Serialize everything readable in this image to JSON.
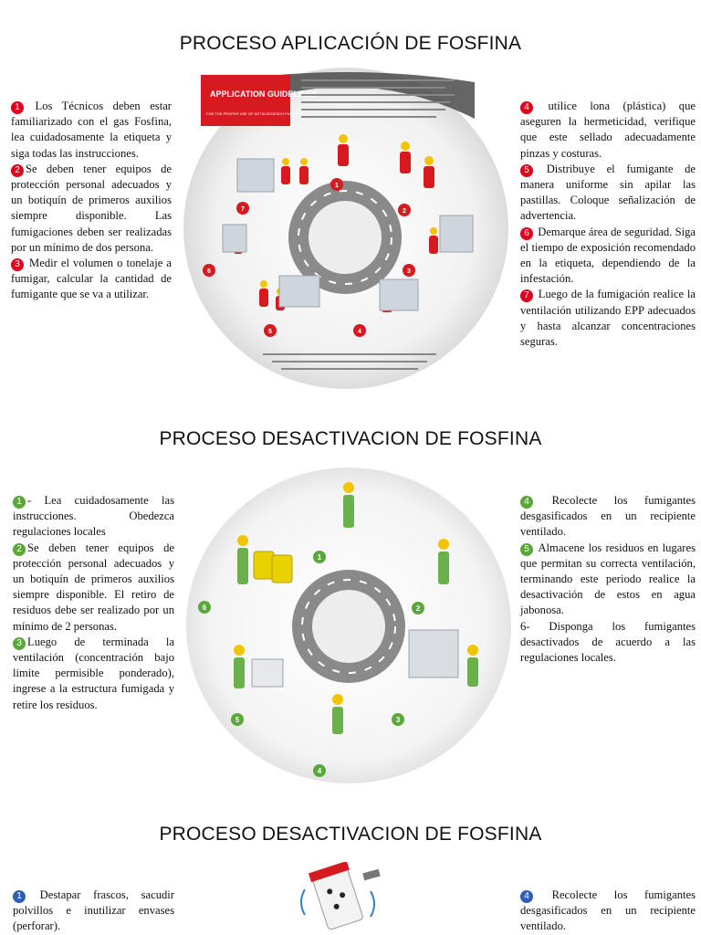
{
  "section1": {
    "title": "PROCESO APLICACIÓN DE FOSFINA",
    "badge_color": "#e0001b",
    "left": [
      {
        "n": "1",
        "text": " Los Técnicos deben estar familiarizado con el gas Fosfina, lea cuidadosamente la etiqueta y siga todas las instrucciones."
      },
      {
        "n": "2",
        "text": "Se deben tener equipos de protección personal adecuados y un botiquín de primeros auxilios siempre disponible. Las fumigaciones deben ser realizadas por un mínimo de dos persona."
      },
      {
        "n": "3",
        "text": " Medir el volumen o tonelaje a fumigar, calcular la cantidad de fumigante que se va a utilizar."
      }
    ],
    "right": [
      {
        "n": "4",
        "text": " utilice lona (plástica) que aseguren la hermeticidad, verifique que este sellado adecuadamente pinzas y costuras."
      },
      {
        "n": "5",
        "text": " Distribuye el fumigante de manera uniforme sin apilar las pastillas. Coloque señalización de advertencia."
      },
      {
        "n": "6",
        "text": " Demarque área de seguridad. Siga el tiempo de exposición recomendado en la etiqueta, dependiendo de la infestación."
      },
      {
        "n": "7",
        "text": " Luego de la fumigación realice la ventilación utilizando EPP adecuados y hasta alcanzar concentraciones seguras."
      }
    ],
    "poster_header": "APPLICATION GUIDELINES",
    "poster_sub": "FOR THE PROPER USE OF DETIA DEGESCH FUMIGANTS"
  },
  "section2": {
    "title": "PROCESO DESACTIVACION DE FOSFINA",
    "badge_color": "#5aa83a",
    "left": [
      {
        "n": "1",
        "text": "- Lea cuidadosamente las instrucciones. Obedezca regulaciones locales"
      },
      {
        "n": "2",
        "text": "Se deben tener equipos de protección personal adecuados y un botiquín de primeros auxilios siempre disponible. El retiro de residuos debe ser realizado por un mínimo de 2 personas."
      },
      {
        "n": "3",
        "text": "Luego de terminada la ventilación (concentración bajo limite permisible ponderado), ingrese a la estructura fumigada y retire los residuos."
      }
    ],
    "right": [
      {
        "n": "4",
        "text": " Recolecte los fumigantes desgasificados en un recipiente ventilado."
      },
      {
        "n": "5",
        "text": " Almacene los residuos en lugares que permitan su correcta ventilación, terminando este periodo realice la desactivación de estos en agua jabonosa."
      },
      {
        "n": "",
        "text": "6- Disponga los fumigantes desactivados de acuerdo a las regulaciones locales."
      }
    ]
  },
  "section3": {
    "title": "PROCESO DESACTIVACION DE FOSFINA",
    "badge_color": "#2f5fb3",
    "left": [
      {
        "n": "1",
        "text": " Destapar frascos, sacudir polvillos e inutilizar envases (perforar)."
      }
    ],
    "right": [
      {
        "n": "4",
        "text": " Recolecte los fumigantes desgasificados en un recipiente ventilado."
      }
    ]
  }
}
